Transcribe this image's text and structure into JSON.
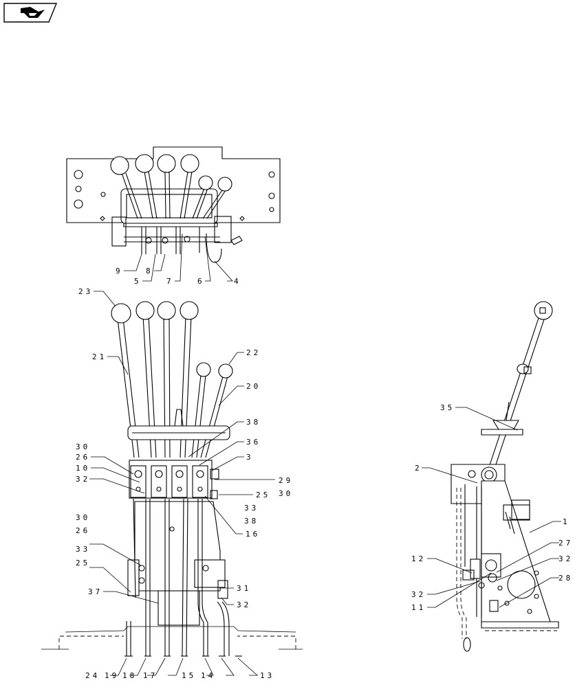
{
  "nav": {
    "icon": "page-back-arrow-icon"
  },
  "top_view": {
    "callouts": [
      "9",
      "5",
      "8",
      "7",
      "6",
      "4"
    ]
  },
  "front_view": {
    "callouts_left": [
      "23",
      "21",
      "30",
      "26",
      "10",
      "32",
      "30",
      "26",
      "33",
      "25",
      "37"
    ],
    "callouts_right": [
      "22",
      "20",
      "38",
      "36",
      "3",
      "29",
      "30",
      "25",
      "33",
      "38",
      "16",
      "31",
      "32"
    ],
    "callouts_bottom": [
      "24",
      "19",
      "18",
      "17",
      "15",
      "14",
      "13"
    ]
  },
  "side_view": {
    "callouts": [
      "35",
      "2",
      "1",
      "27",
      "32",
      "28",
      "12",
      "32",
      "11"
    ]
  }
}
